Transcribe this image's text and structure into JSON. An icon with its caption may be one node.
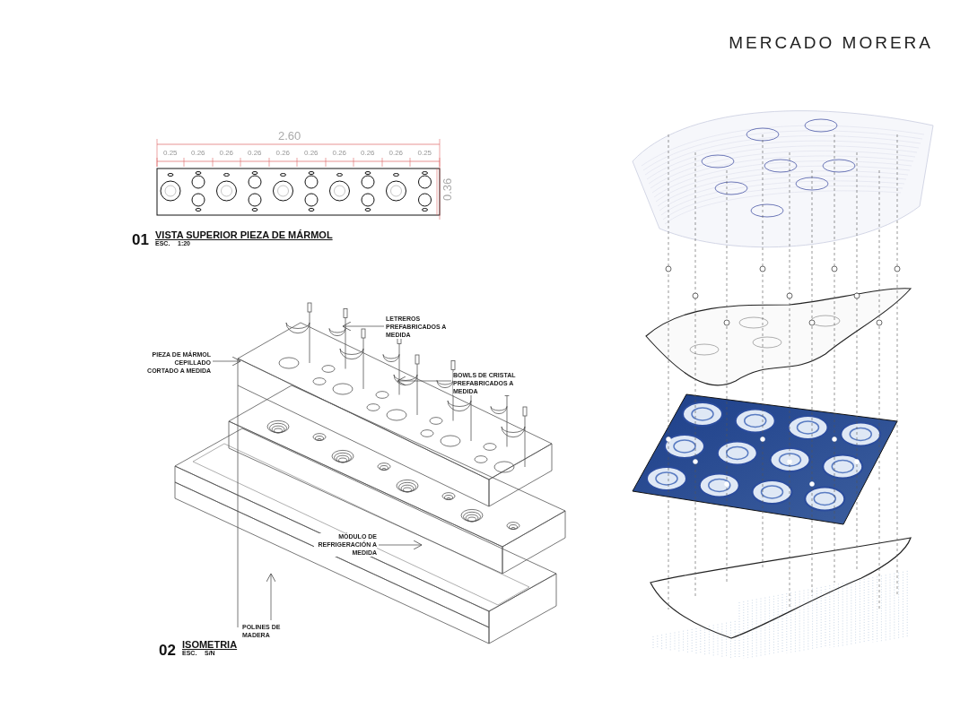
{
  "diagram": {
    "title": "MERCADO MORERA",
    "nodes": [
      {
        "text": [
          "LETREROS PREFABRICADOS A MEDIDA"
        ]
      },
      {
        "text": [
          "PIEZA DE MÁRMOL CEPILLADO CORTADO A MEDIDA"
        ]
      },
      {
        "text": [
          "BOWLS DE CRISTAL PREFABRICADOS A MEDIDA"
        ]
      },
      {
        "text": [
          "MÓDULO DE REFRIGERACIÓN A MEDIDA"
        ]
      },
      {
        "text": [
          "POLINES DE MADERA"
        ]
      }
    ],
    "edges": [
      {
        "from": 0,
        "to": null,
        "arrow": "to"
      },
      {
        "from": 1,
        "to": null,
        "arrow": "to"
      },
      {
        "from": 2,
        "to": null,
        "arrow": "to"
      },
      {
        "from": 3,
        "to": null,
        "arrow": "to"
      },
      {
        "from": 4,
        "to": null,
        "arrow": "to"
      }
    ],
    "labels": [
      "2.60",
      "0.25",
      "0.26",
      "0.26",
      "0.26",
      "0.26",
      "0.26",
      "0.26",
      "0.26",
      "0.26",
      "0.25",
      "0.36",
      "01",
      "VISTA SUPERIOR PIEZA DE MÁRMOL",
      "ESC.",
      "1:20",
      "02",
      "ISOMETRIA",
      "ESC.",
      "S/N"
    ]
  }
}
